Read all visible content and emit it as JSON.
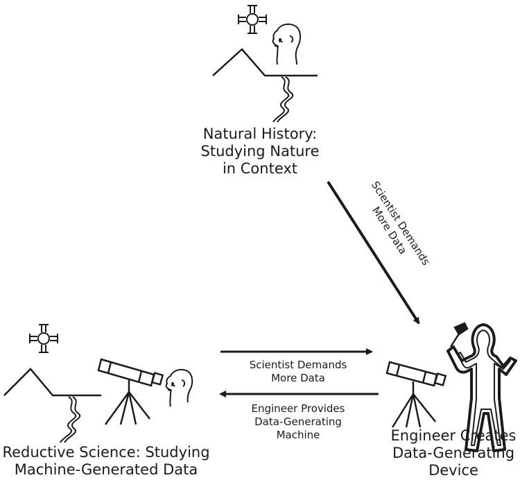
{
  "nodes": {
    "top": {
      "lines": [
        "Natural History:",
        "Studying Nature",
        "in Context"
      ]
    },
    "left": {
      "lines": [
        "Reductive Science: Studying",
        "Machine-Generated Data"
      ]
    },
    "right": {
      "lines": [
        "Engineer Creates",
        "Data-Generating",
        "Device"
      ]
    }
  },
  "edges": {
    "top_to_right": {
      "lines": [
        "Scientist Demands",
        "More Data"
      ]
    },
    "left_to_right": {
      "lines": [
        "Scientist Demands",
        "More Data"
      ]
    },
    "right_to_left": {
      "lines": [
        "Engineer Provides",
        "Data-Generating",
        "Machine"
      ]
    }
  },
  "icons": {
    "top": [
      "zia-sun-icon",
      "human-head-icon",
      "mountain-icon",
      "river-icon"
    ],
    "left": [
      "zia-sun-icon",
      "mountain-icon",
      "river-icon",
      "telescope-icon",
      "human-head-icon"
    ],
    "right": [
      "telescope-icon",
      "engineer-figure-icon",
      "hammer-icon"
    ]
  },
  "colors": {
    "ink": "#1a1a1a",
    "background": "#ffffff"
  }
}
